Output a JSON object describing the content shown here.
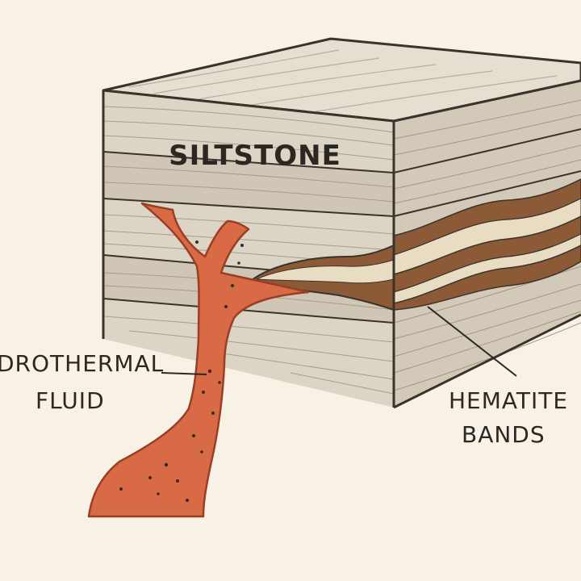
{
  "labels": {
    "rock_unit": "SILTSTONE",
    "fluid_line1": "DROTHERMAL",
    "fluid_line2": "FLUID",
    "bands_line1": "HEMATITE",
    "bands_line2": "BANDS"
  },
  "colors": {
    "background": "#f8f2e6",
    "rock_front": "#dcd4c5",
    "rock_front_dark": "#cfc6b6",
    "rock_top": "#e6ded0",
    "rock_side": "#d2c9b9",
    "outline": "#3a332c",
    "fluid": "#d86a45",
    "fluid_dark": "#9a3e25",
    "hematite": "#8c5a37",
    "hematite_light": "#e8dcc2"
  }
}
